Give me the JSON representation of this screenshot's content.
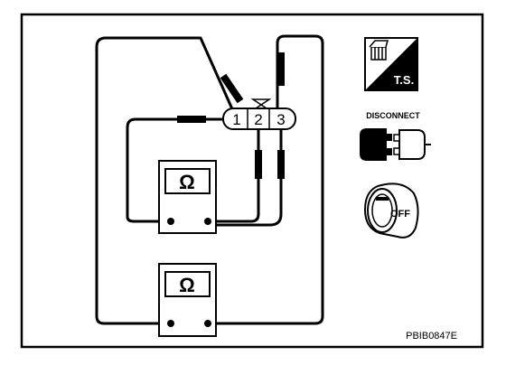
{
  "connector": {
    "pins": [
      "1",
      "2",
      "3"
    ]
  },
  "meters": {
    "symbol": "Ω"
  },
  "icons": {
    "ts": {
      "label": "T.S.",
      "icon": "ts-tool-icon"
    },
    "disconnect": {
      "label": "DISCONNECT",
      "icon": "disconnect-connector-icon"
    },
    "ignition": {
      "label": "OFF",
      "icon": "ignition-key-off-icon"
    }
  },
  "figure_code": "PBIB0847E",
  "colors": {
    "line": "#000000",
    "background": "#ffffff"
  }
}
